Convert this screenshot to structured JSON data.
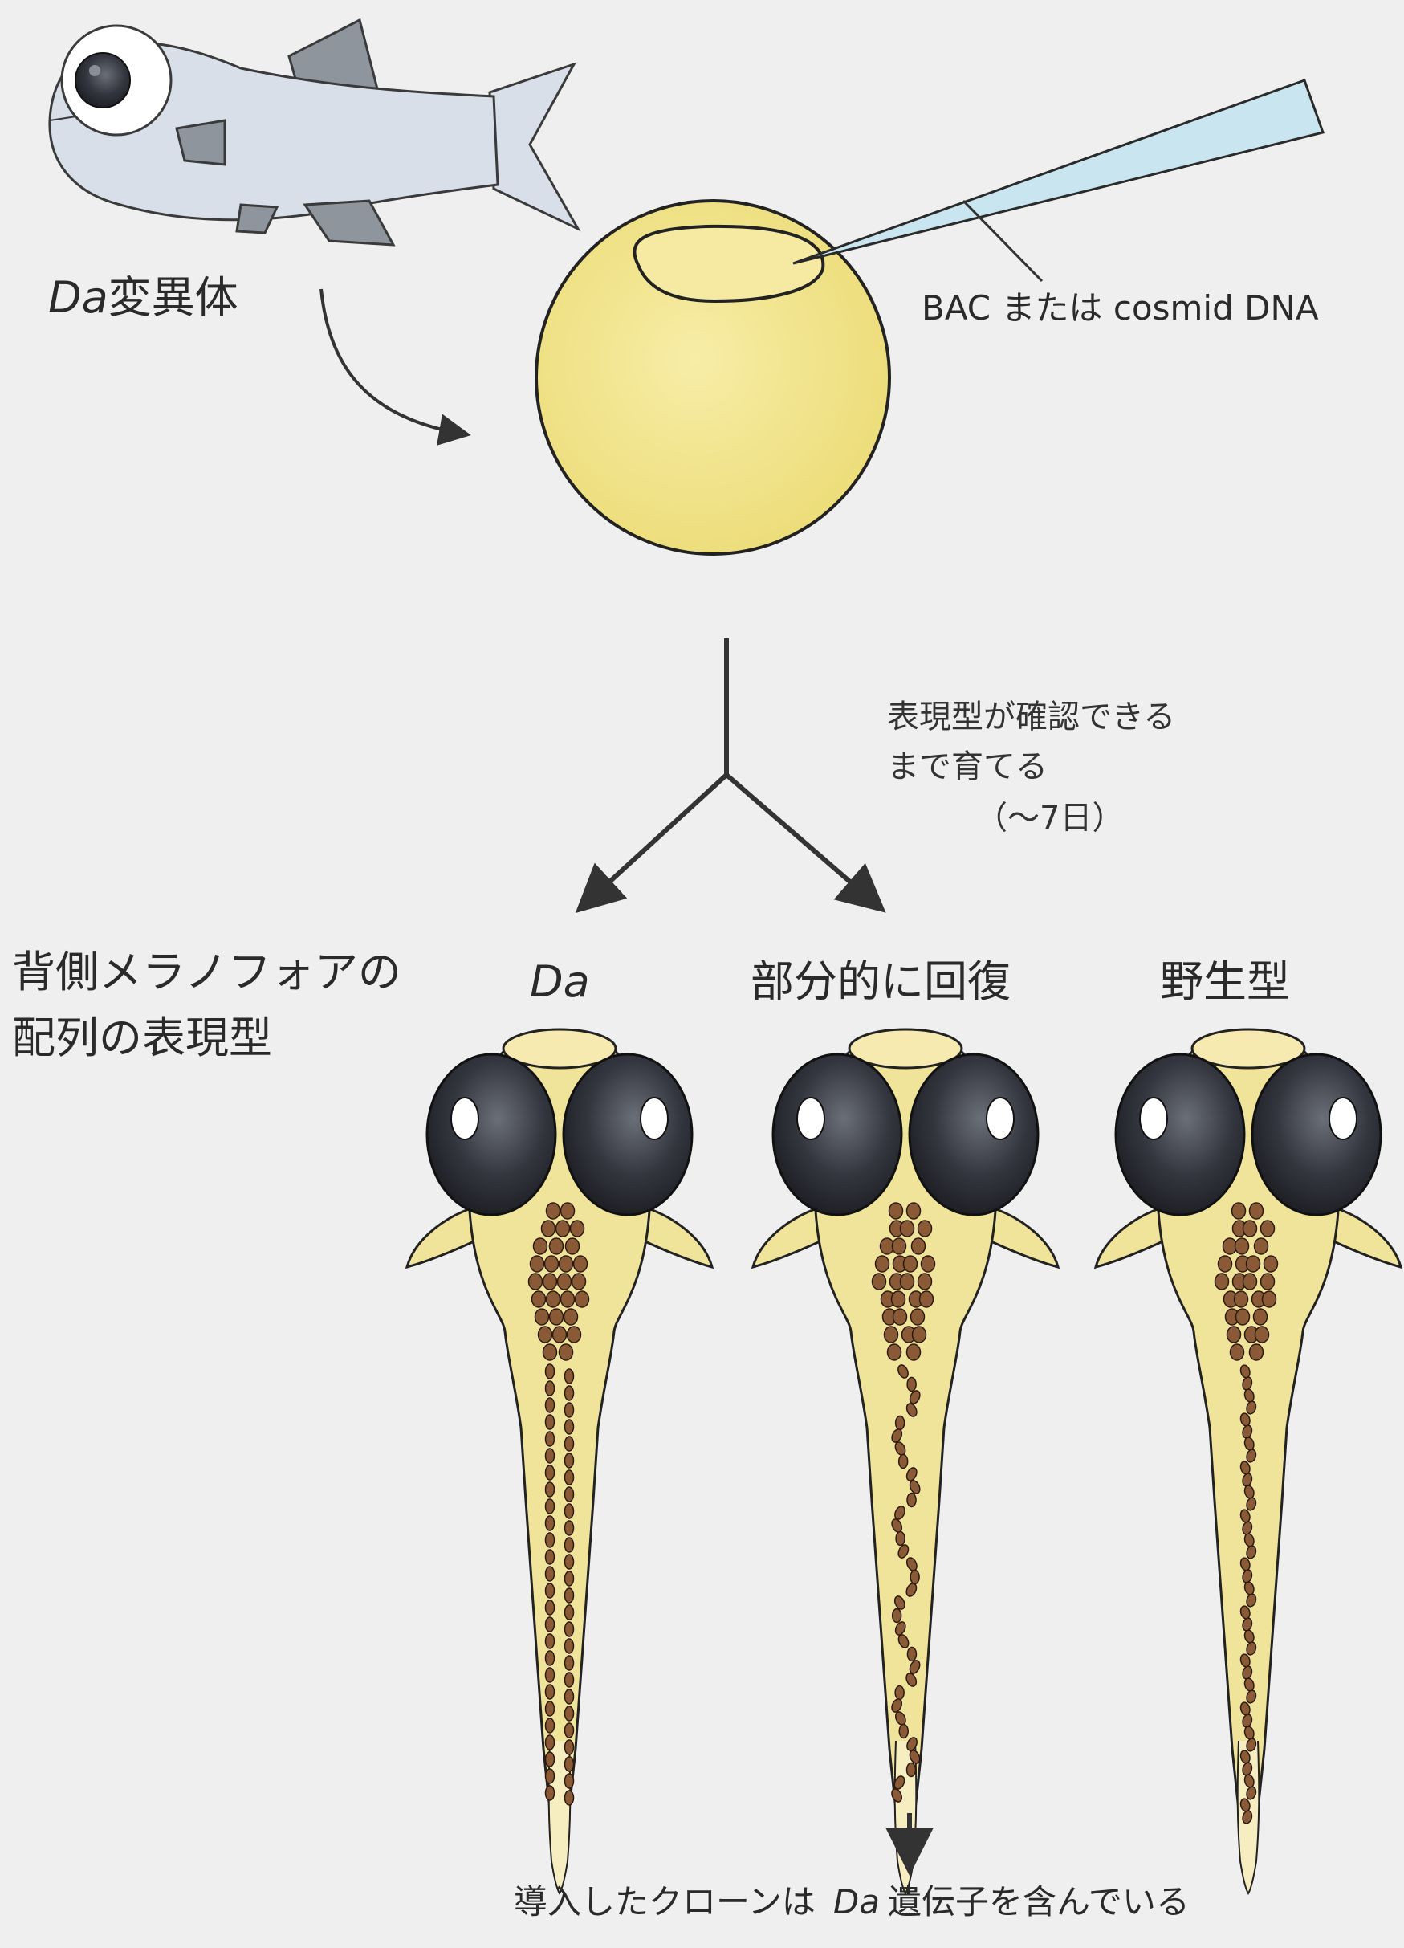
{
  "labels": {
    "mutant_name": "Da",
    "mutant_suffix": "変異体",
    "dna_label": "BAC または cosmid DNA",
    "grow_line1": "表現型が確認できる",
    "grow_line2": "まで育てる",
    "grow_line3": "（～7日）",
    "phenotype_line1": "背側メラノフォアの",
    "phenotype_line2": "配列の表現型",
    "col_da": "Da",
    "col_partial": "部分的に回復",
    "col_wild": "野生型",
    "conclusion_prefix": "導入したクローンは",
    "conclusion_gene": "Da",
    "conclusion_suffix": "遺伝子を含んでいる"
  },
  "colors": {
    "background": "#efefef",
    "egg_yellow": "#f1e38a",
    "larva_body": "#f0e49a",
    "eye": "#34363f",
    "melanophore": "#8a5a36",
    "fish_body": "#d8dfe9",
    "fish_fin": "#8f959d",
    "needle": "#c9e6f0",
    "arrow": "#333333"
  },
  "larvae": [
    {
      "phenotype": "Da",
      "melanophore_pattern": "two straight parallel dorsal rows"
    },
    {
      "phenotype": "部分的に回復",
      "melanophore_pattern": "partially restored, irregular single row"
    },
    {
      "phenotype": "野生型",
      "melanophore_pattern": "single central dorsal row"
    }
  ]
}
